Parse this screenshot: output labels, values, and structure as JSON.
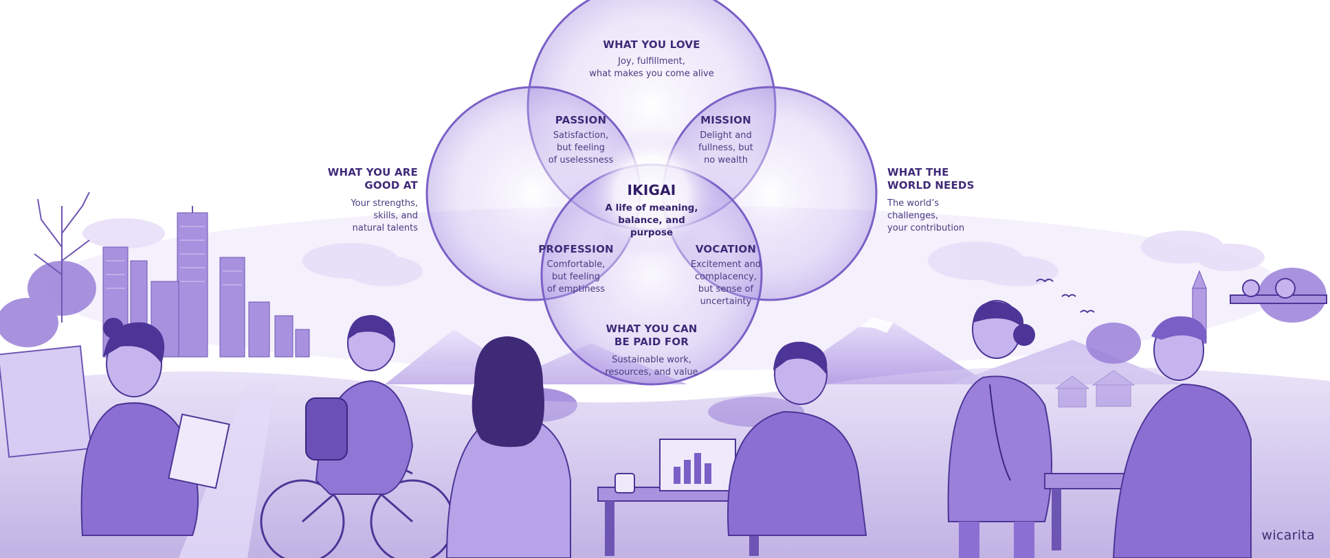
{
  "ikigai": {
    "love": {
      "title": "WHAT YOU LOVE",
      "desc": "Joy, fulfillment,\nwhat makes you come alive"
    },
    "good_at": {
      "title": "WHAT YOU ARE\nGOOD AT",
      "desc": "Your strengths,\nskills, and\nnatural talents"
    },
    "world_needs": {
      "title": "WHAT THE\nWORLD NEEDS",
      "desc": "The world’s\nchallenges,\nyour contribution"
    },
    "paid_for": {
      "title": "WHAT YOU CAN\nBE PAID FOR",
      "desc": "Sustainable work,\nresources, and value"
    },
    "passion": {
      "title": "PASSION",
      "desc": "Satisfaction,\nbut feeling\nof uselessness"
    },
    "mission": {
      "title": "MISSION",
      "desc": "Delight and\nfullness, but\nno wealth"
    },
    "profession": {
      "title": "PROFESSION",
      "desc": "Comfortable,\nbut feeling\nof emptiness"
    },
    "vocation": {
      "title": "VOCATION",
      "desc": "Excitement and\ncomplacency,\nbut sense of\nuncertainty"
    },
    "center": {
      "title": "IKIGAI",
      "desc": "A life of meaning,\nbalance, and\npurpose"
    }
  },
  "brand": "wicarita",
  "colors": {
    "accent": "#5b3fa6",
    "accent_light": "#c9b8ee",
    "ink": "#3f2a78",
    "sky": "#ffffff"
  }
}
